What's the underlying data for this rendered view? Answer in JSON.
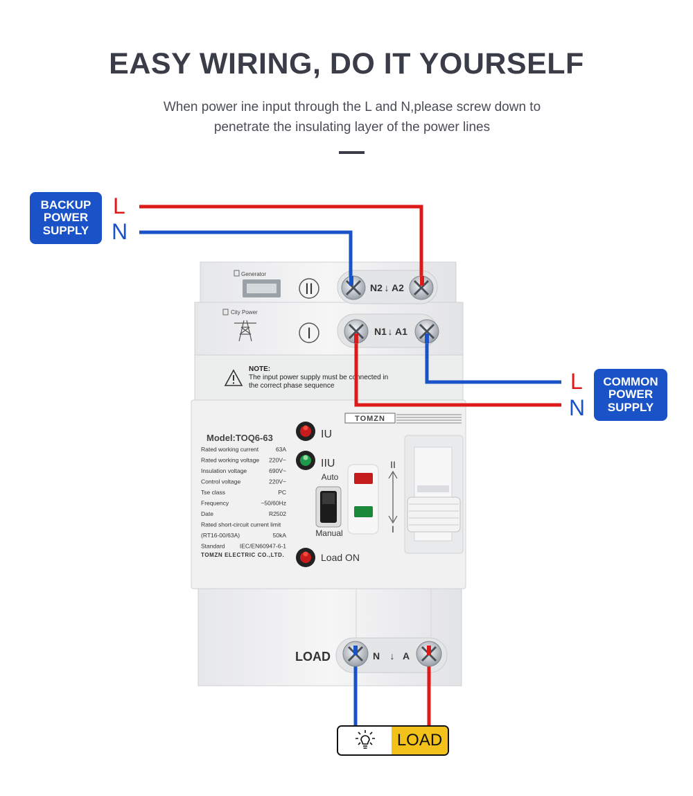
{
  "header": {
    "title": "EASY WIRING, DO IT YOURSELF",
    "subtitle_line1": "When power ine input through the L and N,please screw down to",
    "subtitle_line2": "penetrate the insulating layer of the power lines"
  },
  "backup_supply": {
    "line1": "BACKUP",
    "line2": "POWER",
    "line3": "SUPPLY",
    "live": "L",
    "neutral": "N"
  },
  "common_supply": {
    "line1": "COMMON",
    "line2": "POWER",
    "line3": "SUPPLY",
    "live": "L",
    "neutral": "N"
  },
  "device": {
    "generator_label": "Generator",
    "generator_symbol": "II",
    "city_label": "City Power",
    "city_symbol": "I",
    "term_top_left": "N2",
    "term_top_right": "A2",
    "term_mid_left": "N1",
    "term_mid_right": "A1",
    "note_title": "NOTE:",
    "note_line1": "The input power supply must be connected in",
    "note_line2": "the correct phase sequence",
    "brand": "TOMZN",
    "model": "Model:TOQ6-63",
    "specs": [
      [
        "Rated working current",
        "63A"
      ],
      [
        "Rated working voltage",
        "220V~"
      ],
      [
        "Insulation voltage",
        "690V~"
      ],
      [
        "Control voltage",
        "220V~"
      ],
      [
        "Tse class",
        "PC"
      ],
      [
        "Frequency",
        "~50/60Hz"
      ],
      [
        "Date",
        "R2502"
      ],
      [
        "Rated short-circuit current limit",
        ""
      ],
      [
        "(RT16-00/63A)",
        "50kA"
      ],
      [
        "Standard",
        "IEC/EN60947-6-1"
      ]
    ],
    "maker": "TOMZN ELECTRIC CO.,LTD.",
    "ind_1": "IU",
    "ind_2": "IIU",
    "auto_label": "Auto",
    "manual_label": "Manual",
    "load_on": "Load ON",
    "switch_top": "II",
    "switch_bottom": "I",
    "load_terminal_label": "LOAD",
    "term_load_n": "N",
    "term_load_a": "A"
  },
  "load_box": {
    "label": "LOAD",
    "icon": "lightbulb-icon"
  },
  "colors": {
    "live_wire": "#dc1a1a",
    "neutral_wire": "#1a53c8",
    "badge_bg": "#1a53c8",
    "load_bg": "#f2c21a",
    "title": "#3a3d48"
  }
}
